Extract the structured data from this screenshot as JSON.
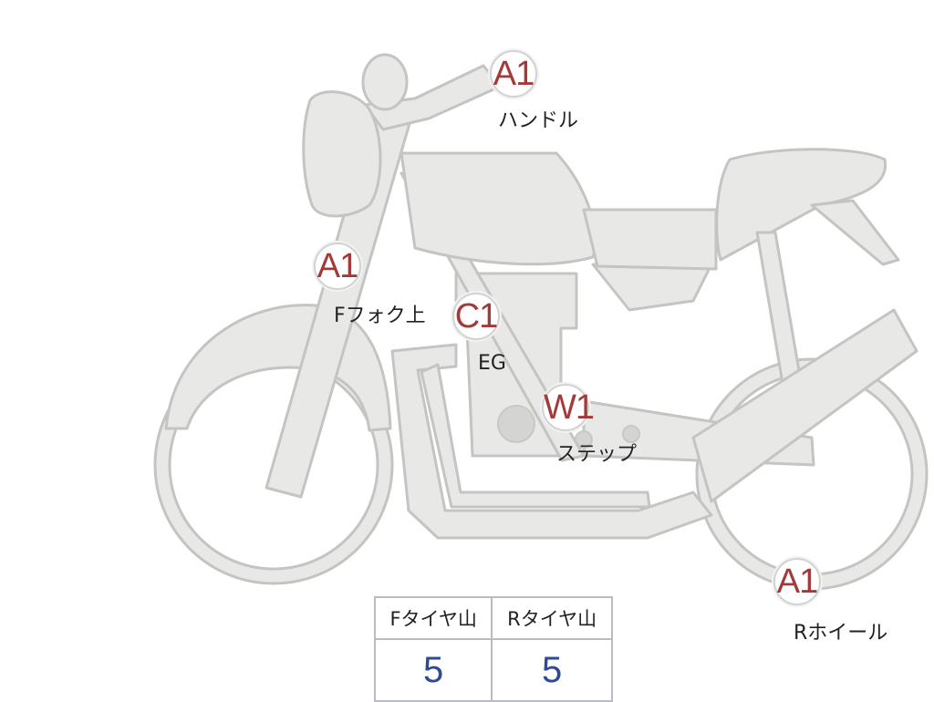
{
  "points": [
    {
      "id": "handle",
      "grade": "A1",
      "label": "ハンドル"
    },
    {
      "id": "front-fork",
      "grade": "A1",
      "label": "Fフォク上"
    },
    {
      "id": "engine",
      "grade": "C1",
      "label": "EG"
    },
    {
      "id": "step",
      "grade": "W1",
      "label": "ステップ"
    },
    {
      "id": "rear-wheel",
      "grade": "A1",
      "label": "Rホイール"
    }
  ],
  "tread_table": {
    "headers": [
      "Fタイヤ山",
      "Rタイヤ山"
    ],
    "values": [
      "5",
      "5"
    ]
  },
  "colors": {
    "grade": "#a33a3a",
    "value": "#2d4a94",
    "body": "#e8e8e6",
    "outline": "#c4c4c2"
  }
}
